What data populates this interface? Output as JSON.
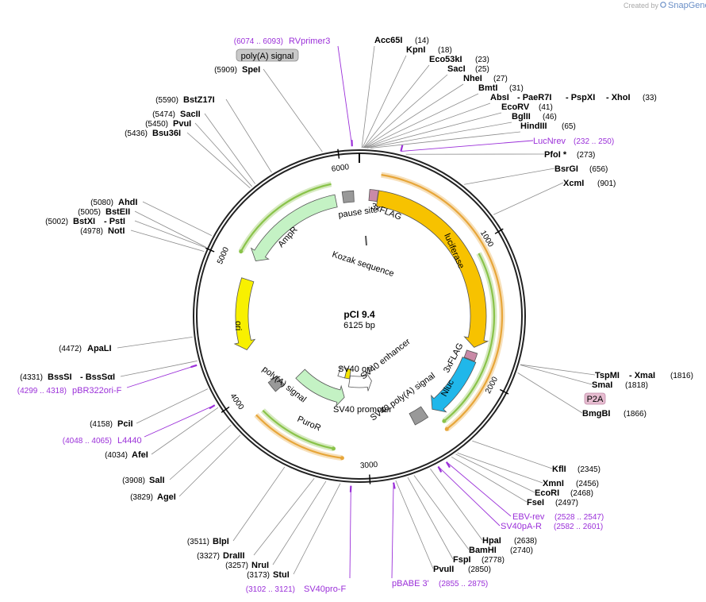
{
  "plasmid": {
    "name": "pCI 9.4",
    "length": 6125,
    "length_label": "6125 bp"
  },
  "watermark": {
    "created_by": "Created by",
    "app": "SnapGene"
  },
  "ticks": [
    {
      "bp": 1000,
      "label": "1000"
    },
    {
      "bp": 2000,
      "label": "2000"
    },
    {
      "bp": 3000,
      "label": "3000"
    },
    {
      "bp": 4000,
      "label": "4000"
    },
    {
      "bp": 5000,
      "label": "5000"
    },
    {
      "bp": 6000,
      "label": "6000"
    }
  ],
  "features": [
    {
      "name": "3xFLAG",
      "start": 80,
      "end": 148,
      "color": "#c98aa7",
      "kind": "small"
    },
    {
      "name": "luciferase",
      "start": 150,
      "end": 1790,
      "color": "#f7c200",
      "kind": "arrow"
    },
    {
      "name": "3xFLAG",
      "start": 1830,
      "end": 1895,
      "color": "#c98aa7",
      "kind": "small"
    },
    {
      "name": "Nluc",
      "start": 1900,
      "end": 2415,
      "color": "#20b7ea",
      "kind": "arrow"
    },
    {
      "name": "SV40 poly(A) signal",
      "start": 2480,
      "end": 2600,
      "color": "#999999",
      "kind": "box"
    },
    {
      "name": "SV40 promoter",
      "start": 2880,
      "end": 3210,
      "color": "#ffffff",
      "kind": "arrow_rev"
    },
    {
      "name": "SV40 ori",
      "start": 3215,
      "end": 3290,
      "color": "#f5e400",
      "kind": "box"
    },
    {
      "name": "SV40 enhancer",
      "start": 3290,
      "end": 3400,
      "color": "#ffffff",
      "kind": "box"
    },
    {
      "name": "PuroR",
      "start": 3240,
      "end": 3840,
      "color": "#c4f2c4",
      "kind": "arrow_rev"
    },
    {
      "name": "poly(A) signal",
      "start": 3880,
      "end": 3980,
      "color": "#999999",
      "kind": "box"
    },
    {
      "name": "ori",
      "start": 4310,
      "end": 4900,
      "color": "#f8f000",
      "kind": "arrow_rev"
    },
    {
      "name": "AmpR",
      "start": 5070,
      "end": 5930,
      "color": "#c4f2c4",
      "kind": "arrow_rev"
    },
    {
      "name": "pause site",
      "start": 5990,
      "end": 6080,
      "color": "#999999",
      "kind": "box"
    },
    {
      "name": "Kozak sequence",
      "start": 66,
      "end": 75,
      "color": "#888888",
      "kind": "tiny"
    }
  ],
  "orfs": [
    {
      "start": 150,
      "end": 2420,
      "color": "#e7a63a"
    },
    {
      "start": 1060,
      "end": 2400,
      "color": "#8ac34a"
    },
    {
      "start": 3180,
      "end": 3850,
      "color": "#e7a63a"
    },
    {
      "start": 3250,
      "end": 3840,
      "color": "#8ac34a"
    },
    {
      "start": 5080,
      "end": 5920,
      "color": "#8ac34a"
    }
  ],
  "sites": [
    {
      "name": "Acc65I",
      "pos": "(14)",
      "side": "right"
    },
    {
      "name": "KpnI",
      "pos": "(18)",
      "side": "right"
    },
    {
      "name": "Eco53kI",
      "pos": "(23)",
      "side": "right"
    },
    {
      "name": "SacI",
      "pos": "(25)",
      "side": "right"
    },
    {
      "name": "NheI",
      "pos": "(27)",
      "side": "right"
    },
    {
      "name": "BmtI",
      "pos": "(31)",
      "side": "right"
    },
    {
      "name": "AbsI",
      "name2": "- PaeR7I",
      "name3": "- PspXI",
      "name4": "- XhoI",
      "pos": "(33)",
      "side": "right"
    },
    {
      "name": "EcoRV",
      "pos": "(41)",
      "side": "right"
    },
    {
      "name": "BglII",
      "pos": "(46)",
      "side": "right"
    },
    {
      "name": "HindIII",
      "pos": "(65)",
      "side": "right"
    },
    {
      "name": "PfoI *",
      "pos": "(273)",
      "side": "right"
    },
    {
      "name": "BsrGI",
      "pos": "(656)",
      "side": "right"
    },
    {
      "name": "XcmI",
      "pos": "(901)",
      "side": "right"
    },
    {
      "name": "TspMI",
      "name2": "- XmaI",
      "pos": "(1816)",
      "side": "right"
    },
    {
      "name": "SmaI",
      "pos": "(1818)",
      "side": "right"
    },
    {
      "name": "BmgBI",
      "pos": "(1866)",
      "side": "right"
    },
    {
      "name": "KflI",
      "pos": "(2345)",
      "side": "right"
    },
    {
      "name": "XmnI",
      "pos": "(2456)",
      "side": "right"
    },
    {
      "name": "EcoRI",
      "pos": "(2468)",
      "side": "right"
    },
    {
      "name": "FseI",
      "pos": "(2497)",
      "side": "right"
    },
    {
      "name": "HpaI",
      "pos": "(2638)",
      "side": "right"
    },
    {
      "name": "BamHI",
      "pos": "(2740)",
      "side": "right"
    },
    {
      "name": "FspI",
      "pos": "(2778)",
      "side": "right"
    },
    {
      "name": "PvuII",
      "pos": "(2850)",
      "side": "right"
    },
    {
      "name": "StuI",
      "pos": "(3173)",
      "side": "left"
    },
    {
      "name": "NruI",
      "pos": "(3257)",
      "side": "left"
    },
    {
      "name": "DraIII",
      "pos": "(3327)",
      "side": "left"
    },
    {
      "name": "BlpI",
      "pos": "(3511)",
      "side": "left"
    },
    {
      "name": "AgeI",
      "pos": "(3829)",
      "side": "left"
    },
    {
      "name": "SalI",
      "pos": "(3908)",
      "side": "left"
    },
    {
      "name": "AfeI",
      "pos": "(4034)",
      "side": "left"
    },
    {
      "name": "PciI",
      "pos": "(4158)",
      "side": "left"
    },
    {
      "name": "BssSI",
      "name2": "- BssSαI",
      "pos": "(4331)",
      "side": "left"
    },
    {
      "name": "ApaLI",
      "pos": "(4472)",
      "side": "left"
    },
    {
      "name": "NotI",
      "pos": "(4978)",
      "side": "left"
    },
    {
      "name": "BstXI",
      "name2": "- PstI",
      "pos": "(5002)",
      "side": "left"
    },
    {
      "name": "BstEII",
      "pos": "(5005)",
      "side": "left"
    },
    {
      "name": "AhdI",
      "pos": "(5080)",
      "side": "left"
    },
    {
      "name": "Bsu36I",
      "pos": "(5436)",
      "side": "left"
    },
    {
      "name": "PvuI",
      "pos": "(5450)",
      "side": "left"
    },
    {
      "name": "SacII",
      "pos": "(5474)",
      "side": "left"
    },
    {
      "name": "BstZ17I",
      "pos": "(5590)",
      "side": "left"
    },
    {
      "name": "SpeI",
      "pos": "(5909)",
      "side": "left"
    }
  ],
  "primers": [
    {
      "name": "RVprimer3",
      "pos": "(6074 .. 6093)"
    },
    {
      "name": "LucNrev",
      "pos": "(232 .. 250)"
    },
    {
      "name": "EBV-rev",
      "pos": "(2528 .. 2547)"
    },
    {
      "name": "SV40pA-R",
      "pos": "(2582 .. 2601)"
    },
    {
      "name": "pBABE 3'",
      "pos": "(2855 .. 2875)"
    },
    {
      "name": "SV40pro-F",
      "pos": "(3102 .. 3121)"
    },
    {
      "name": "L4440",
      "pos": "(4048 .. 4065)"
    },
    {
      "name": "pBR322ori-F",
      "pos": "(4299 .. 4318)"
    }
  ],
  "boxed_labels": [
    {
      "name": "poly(A) signal",
      "color": "#c8c8c8"
    },
    {
      "name": "P2A",
      "color": "#e6bcd0"
    }
  ]
}
